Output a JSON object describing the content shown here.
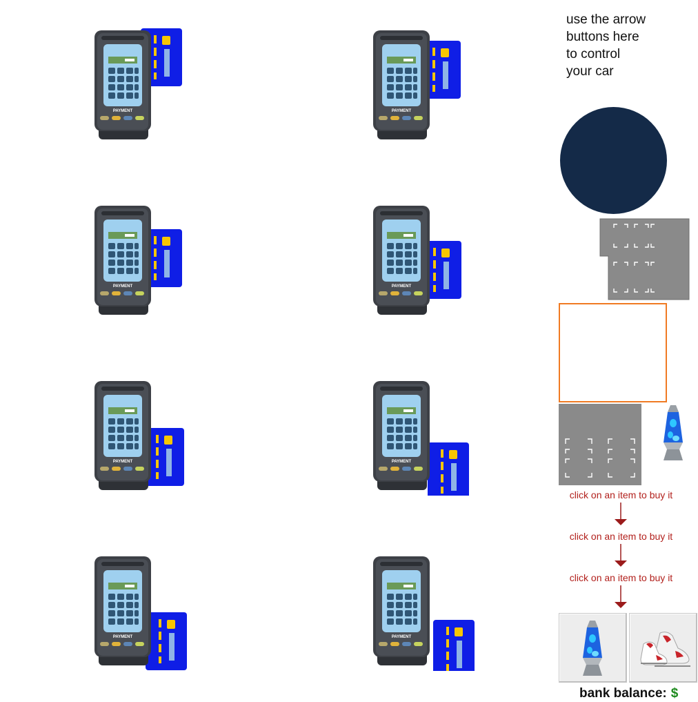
{
  "instructions": "use the arrow\nbuttons here\nto control\nyour car",
  "terminals": [
    {
      "name": "payment-terminal-1",
      "label": "PAYMENT",
      "card_variant": "top-right"
    },
    {
      "name": "payment-terminal-2",
      "label": "PAYMENT",
      "card_variant": "top-right"
    },
    {
      "name": "payment-terminal-3",
      "label": "PAYMENT",
      "card_variant": "mid-right"
    },
    {
      "name": "payment-terminal-4",
      "label": "PAYMENT",
      "card_variant": "mid-right"
    },
    {
      "name": "payment-terminal-5",
      "label": "PAYMENT",
      "card_variant": "low-right"
    },
    {
      "name": "payment-terminal-6",
      "label": "PAYMENT",
      "card_variant": "bottom-right"
    },
    {
      "name": "payment-terminal-7",
      "label": "PAYMENT",
      "card_variant": "low-right"
    },
    {
      "name": "payment-terminal-8",
      "label": "PAYMENT",
      "card_variant": "bottom-right"
    }
  ],
  "hints": [
    "click on an item to buy it",
    "click on an item to buy it",
    "click on an item to buy it"
  ],
  "inventory": [
    {
      "icon": "lava-lamp-icon"
    },
    {
      "icon": "sneakers-icon"
    }
  ],
  "bank": {
    "label": "bank balance:",
    "currency": "$"
  },
  "colors": {
    "joystick": "#142a48",
    "shop_border": "#f07a22",
    "hint_text": "#b2201c",
    "card_blue": "#0f1ee6",
    "money_green": "#1d8a1d"
  }
}
